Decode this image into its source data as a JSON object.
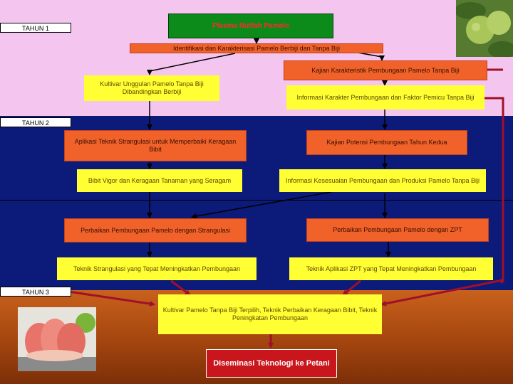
{
  "years": {
    "y1": "TAHUN 1",
    "y2": "TAHUN 2",
    "y3": "TAHUN 3"
  },
  "nodes": {
    "plasma": "Plasma Nutfah Pamelo",
    "identifikasi": "Identifikasi dan Karakterisasi Pamelo  Berbiji dan Tanpa Biji",
    "kajian_karakteristik": "Kajian Karakteristik Pembungaan Pamelo Tanpa Biji",
    "kultivar_unggulan": "Kultivar Unggulan Pamelo Tanpa Biji Dibandingkan Berbiji",
    "informasi_pola": "Informasi Karakter Pembungaan dan Faktor Pemicu Tanpa Biji",
    "aplikasi_strangulasi": "Aplikasi Teknik Strangulasi untuk Memperbaiki Keragaan Bibit",
    "kajian_potensi": "Kajian Potensi Pembungaan Tahun Kedua",
    "bibit_vigor": "Bibit Vigor dan Keragaan Tanaman yang Seragam",
    "informasi_kesesuaian": "Informasi Kesesuaian Pembungaan dan Produksi Pamelo Tanpa Biji",
    "perbaikan_strangulasi": "Perbaikan Pembungaan Pamelo dengan Strangulasi",
    "perbaikan_zpt": "Perbaikan Pembungaan Pamelo dengan ZPT",
    "teknik_strangulasi": "Teknik Strangulasi yang Tepat Meningkatkan Pembungaan",
    "teknik_zpt": "Teknik Aplikasi ZPT yang Tepat Meningkatkan Pembungaan",
    "kultivar_akhir": "Kultivar Pamelo Tanpa Biji Terpilih, Teknik Perbaikan Keragaan Bibit, Teknik Peningkatan  Pembungaan",
    "diseminasi": "Diseminasi Teknologi ke Petani"
  },
  "colors": {
    "band_top": "#f4c6ef",
    "band_mid": "#0c1a7a",
    "band_bottom": "#a4450f",
    "box_yellow": "#ffff33",
    "box_orange": "#f0622a",
    "box_green": "#0c8a1a",
    "box_red": "#c8161c",
    "arrow": "#a0102a"
  }
}
